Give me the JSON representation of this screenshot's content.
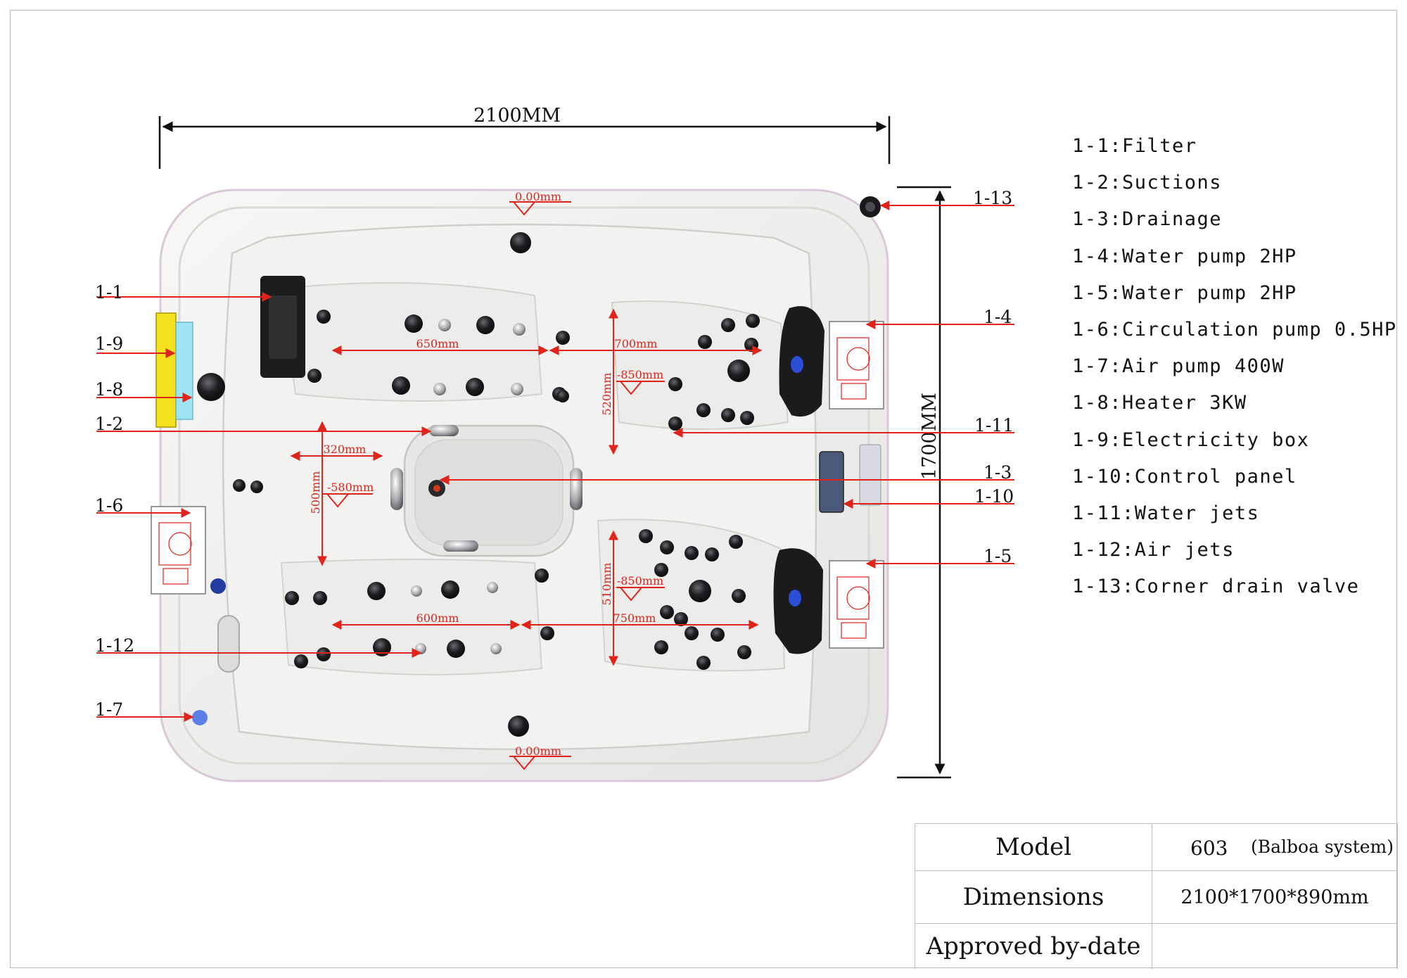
{
  "dimensions": {
    "width": "2100MM",
    "depth": "1700MM"
  },
  "callouts": [
    "1-1",
    "1-9",
    "1-8",
    "1-2",
    "1-6",
    "1-12",
    "1-7",
    "1-13",
    "1-4",
    "1-11",
    "1-3",
    "1-10",
    "1-5"
  ],
  "inner_dims": {
    "top_level": "0.00mm",
    "bottom_level": "0.00mm",
    "top_left_width": "650mm",
    "top_right_width": "700mm",
    "top_right_depth": "-850mm",
    "top_right_length": "520mm",
    "center_width": "320mm",
    "center_depth": "-580mm",
    "center_length": "500mm",
    "bottom_right_length": "510mm",
    "bottom_right_depth": "-850mm",
    "bottom_left_width": "600mm",
    "bottom_right_width": "750mm"
  },
  "legend": [
    "1-1:Filter",
    "1-2:Suctions",
    "1-3:Drainage",
    "1-4:Water pump 2HP",
    "1-5:Water pump 2HP",
    "1-6:Circulation pump 0.5HP",
    "1-7:Air pump 400W",
    "1-8:Heater 3KW",
    "1-9:Electricity box",
    "1-10:Control panel",
    "1-11:Water jets",
    "1-12:Air jets",
    "1-13:Corner drain valve"
  ],
  "spec_table": {
    "model_label": "Model",
    "model_value": "603",
    "model_system": "(Balboa system)",
    "dimensions_label": "Dimensions",
    "dimensions_value": "2100*1700*890mm",
    "approved_label": "Approved by-date",
    "approved_value": ""
  },
  "colors": {
    "annotation": "#e0241b",
    "shell": "#f1f1ef",
    "jet": "#1d1d1f",
    "electricity_box": "#f5e11d",
    "heater": "#9fe4f4",
    "air_pump": "#5b7ee8"
  }
}
